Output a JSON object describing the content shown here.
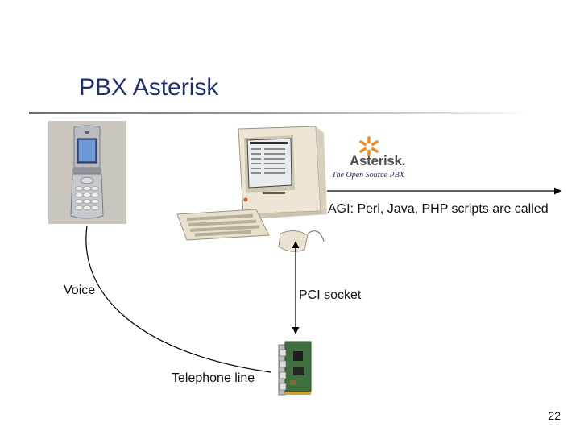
{
  "slide": {
    "title": "PBX Asterisk",
    "page_number": "22"
  },
  "logo": {
    "wordmark": "Asterisk.",
    "tagline": "The Open Source PBX",
    "accent_color": "#f08a1c"
  },
  "labels": {
    "agi": "AGI: Perl, Java, PHP scripts are called",
    "voice": "Voice",
    "pci_socket": "PCI socket",
    "telephone_line": "Telephone line"
  },
  "colors": {
    "title": "#1f2f6e",
    "text": "#111111",
    "arrow": "#000000"
  },
  "images": [
    "flip-phone-photo",
    "macintosh-computer-photo",
    "pci-telephony-card-photo",
    "asterisk-logo"
  ]
}
